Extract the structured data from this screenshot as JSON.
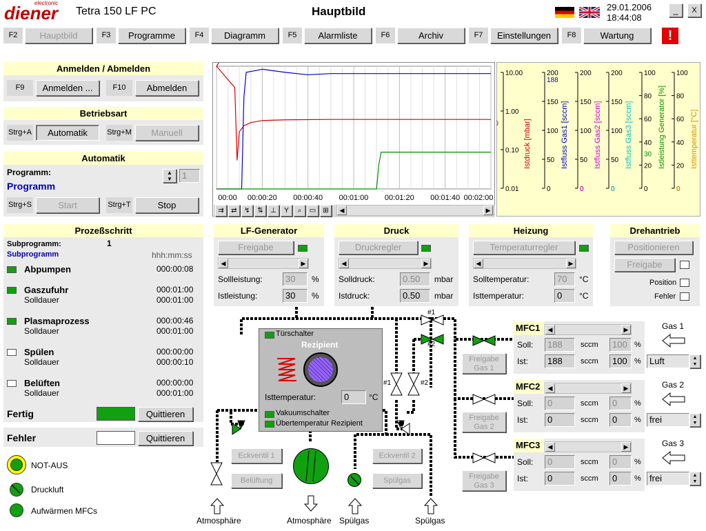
{
  "header": {
    "brand": "diener",
    "brand_sub": "electronic",
    "app": "Tetra 150 LF PC",
    "title": "Hauptbild",
    "date": "29.01.2006",
    "time": "18:44:08",
    "minimize": "_",
    "close": "X"
  },
  "fkeys": [
    {
      "key": "F2",
      "label": "Hauptbild"
    },
    {
      "key": "F3",
      "label": "Programme"
    },
    {
      "key": "F4",
      "label": "Diagramm"
    },
    {
      "key": "F5",
      "label": "Alarmliste"
    },
    {
      "key": "F6",
      "label": "Archiv"
    },
    {
      "key": "F7",
      "label": "Einstellungen"
    },
    {
      "key": "F8",
      "label": "Wartung"
    }
  ],
  "alarm": "!",
  "login": {
    "title": "Anmelden / Abmelden",
    "k1": "F9",
    "b1": "Anmelden ...",
    "k2": "F10",
    "b2": "Abmelden"
  },
  "mode": {
    "title": "Betriebsart",
    "k1": "Strg+A",
    "b1": "Automatik",
    "k2": "Strg+M",
    "b2": "Manuell"
  },
  "auto": {
    "title": "Automatik",
    "prog_label": "Programm:",
    "prog_value": "Programm",
    "counter": "1",
    "k1": "Strg+S",
    "b1": "Start",
    "k2": "Strg+T",
    "b2": "Stop"
  },
  "process": {
    "title": "Prozeßschritt",
    "sub_label": "Subprogramm:",
    "sub_num": "1",
    "sub_name": "Subprogramm",
    "unit": "hhh:mm:ss",
    "steps": [
      {
        "name": "Abpumpen",
        "t1": "000:00:08",
        "soll": "",
        "t2": ""
      },
      {
        "name": "Gaszufuhr",
        "t1": "000:01:00",
        "soll": "Solldauer",
        "t2": "000:01:00"
      },
      {
        "name": "Plasmaprozess",
        "t1": "000:00:46",
        "soll": "Solldauer",
        "t2": "000:01:00"
      },
      {
        "name": "Spülen",
        "t1": "000:00:00",
        "soll": "Solldauer",
        "t2": "000:00:10"
      },
      {
        "name": "Belüften",
        "t1": "000:00:00",
        "soll": "Solldauer",
        "t2": "000:01:00"
      }
    ],
    "fertig": "Fertig",
    "quit1": "Quittieren",
    "fehler": "Fehler",
    "quit2": "Quittieren"
  },
  "status": {
    "notaus": "NOT-AUS",
    "druckluft": "Druckluft",
    "mfc": "Aufwärmen MFCs"
  },
  "chart_data": {
    "type": "line",
    "x": [
      "00:00",
      "00:00:20",
      "00:00:40",
      "00:01:00",
      "00:01:20",
      "00:01:40",
      "00:02:00"
    ],
    "xlim_s": [
      0,
      120
    ],
    "series": [
      {
        "name": "Istdruck [mbar]",
        "color": "#d00000",
        "points": [
          [
            0,
            10
          ],
          [
            8,
            3
          ],
          [
            9,
            0.05
          ],
          [
            10,
            0.25
          ],
          [
            12,
            0.35
          ],
          [
            15,
            0.42
          ],
          [
            20,
            0.47
          ],
          [
            30,
            0.49
          ],
          [
            50,
            0.5
          ],
          [
            120,
            0.5
          ]
        ]
      },
      {
        "name": "Istfluss Gas1 [sccm]",
        "color": "#0000d0",
        "points": [
          [
            0,
            0
          ],
          [
            11,
            0
          ],
          [
            12,
            150
          ],
          [
            13,
            190
          ],
          [
            20,
            195
          ],
          [
            30,
            190
          ],
          [
            40,
            186
          ],
          [
            50,
            188
          ],
          [
            120,
            188
          ]
        ]
      },
      {
        "name": "Istleistung Generator [%]",
        "color": "#009000",
        "points": [
          [
            0,
            0
          ],
          [
            70,
            0
          ],
          [
            71,
            20
          ],
          [
            72,
            30
          ],
          [
            120,
            30
          ]
        ]
      }
    ],
    "axes": [
      {
        "label": "Istdruck [mbar]",
        "color": "#d00000",
        "ticks": [
          "10.00",
          "1.00",
          "0.10",
          "0.01"
        ],
        "cur": "0.50",
        "scale": "log"
      },
      {
        "label": "Istfluss Gas1 [sccm]",
        "color": "#0000d0",
        "ticks": [
          "200",
          "150",
          "100",
          "50",
          "0"
        ],
        "cur": "188"
      },
      {
        "label": "Istfluss Gas2 [sccm]",
        "color": "#d000d0",
        "ticks": [
          "200",
          "150",
          "100",
          "50",
          "0"
        ],
        "cur": "0"
      },
      {
        "label": "Istfluss Gas3 [sccm]",
        "color": "#00c0c0",
        "ticks": [
          "200",
          "150",
          "100",
          "50",
          "0"
        ],
        "cur": "0"
      },
      {
        "label": "Istleistung Generator [%]",
        "color": "#009000",
        "ticks": [
          "100",
          "80",
          "60",
          "40",
          "20",
          "0"
        ],
        "cur": "30"
      },
      {
        "label": "Isttemperatur [°C]",
        "color": "#d09000",
        "ticks": [
          "100",
          "80",
          "60",
          "40",
          "20",
          "0"
        ],
        "cur": "0"
      }
    ]
  },
  "lf": {
    "title": "LF-Generator",
    "btn": "Freigabe",
    "l1": "Sollleistung:",
    "v1": "30",
    "u1": "%",
    "l2": "Istleistung:",
    "v2": "30",
    "u2": "%"
  },
  "druck": {
    "title": "Druck",
    "btn": "Druckregler",
    "l1": "Solldruck:",
    "v1": "0.50",
    "u1": "mbar",
    "l2": "Istdruck:",
    "v2": "0.50",
    "u2": "mbar"
  },
  "heiz": {
    "title": "Heizung",
    "btn": "Temperaturregler",
    "l1": "Solltemperatur:",
    "v1": "70",
    "u1": "°C",
    "l2": "Isttemperatur:",
    "v2": "0",
    "u2": "°C"
  },
  "dreh": {
    "title": "Drehantrieb",
    "b1": "Positionieren",
    "b2": "Freigabe",
    "l1": "Position",
    "l2": "Fehler"
  },
  "chamber": {
    "door": "Türschalter",
    "title": "Rezipient",
    "temp_label": "Isttemperatur:",
    "temp_value": "0",
    "temp_unit": "°C",
    "vac": "Vakuumschalter",
    "over": "Übertemperatur Rezipient"
  },
  "valves": {
    "v1": "#1",
    "v2": "#2",
    "v3": "#1",
    "v4": "#2",
    "eck1": "Eckventil 1",
    "eck2": "Eckventil 2",
    "bel": "Belüftung",
    "spul": "Spülgas"
  },
  "bottom": {
    "a1": "Atmosphäre",
    "a2": "Atmosphäre",
    "s1": "Spülgas",
    "s2": "Spülgas"
  },
  "mfcs": [
    {
      "name": "MFC1",
      "fg": "Freigabe Gas 1",
      "soll": "188",
      "soll2": "100",
      "ist": "188",
      "ist2": "100",
      "unit": "sccm",
      "pct": "%",
      "gas": "Gas 1",
      "sel": "Luft"
    },
    {
      "name": "MFC2",
      "fg": "Freigabe Gas 2",
      "soll": "0",
      "soll2": "0",
      "ist": "0",
      "ist2": "0",
      "unit": "sccm",
      "pct": "%",
      "gas": "Gas 2",
      "sel": "frei"
    },
    {
      "name": "MFC3",
      "fg": "Freigabe Gas 3",
      "soll": "0",
      "soll2": "0",
      "ist": "0",
      "ist2": "0",
      "unit": "sccm",
      "pct": "%",
      "gas": "Gas 3",
      "sel": "frei"
    }
  ],
  "mfc_labels": {
    "soll": "Soll:",
    "ist": "Ist:"
  }
}
